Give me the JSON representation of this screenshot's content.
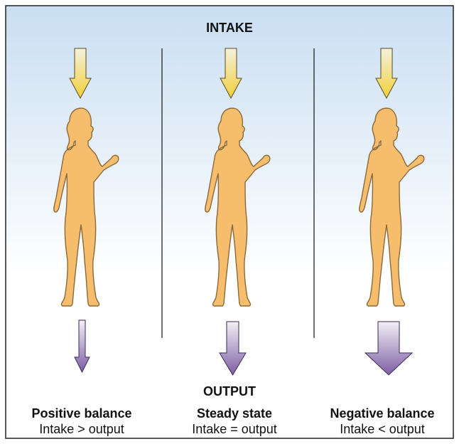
{
  "intake_label": "INTAKE",
  "output_label": "OUTPUT",
  "panels": [
    {
      "title": "Positive balance",
      "relation": "Intake > output",
      "output_arrow": "small"
    },
    {
      "title": "Steady state",
      "relation": "Intake = output",
      "output_arrow": "medium"
    },
    {
      "title": "Negative balance",
      "relation": "Intake < output",
      "output_arrow": "large"
    }
  ],
  "colors": {
    "sky_top": "#c9def2",
    "sky_bottom": "#ffffff",
    "body_fill": "#f6bd6c",
    "body_stroke": "#8a6a3a",
    "intake_arrow_top": "#f3f1dc",
    "intake_arrow_bottom": "#f3cf3a",
    "output_arrow_top": "#f3f0f6",
    "output_arrow_bottom": "#7d5ea5",
    "divider": "#222222"
  }
}
